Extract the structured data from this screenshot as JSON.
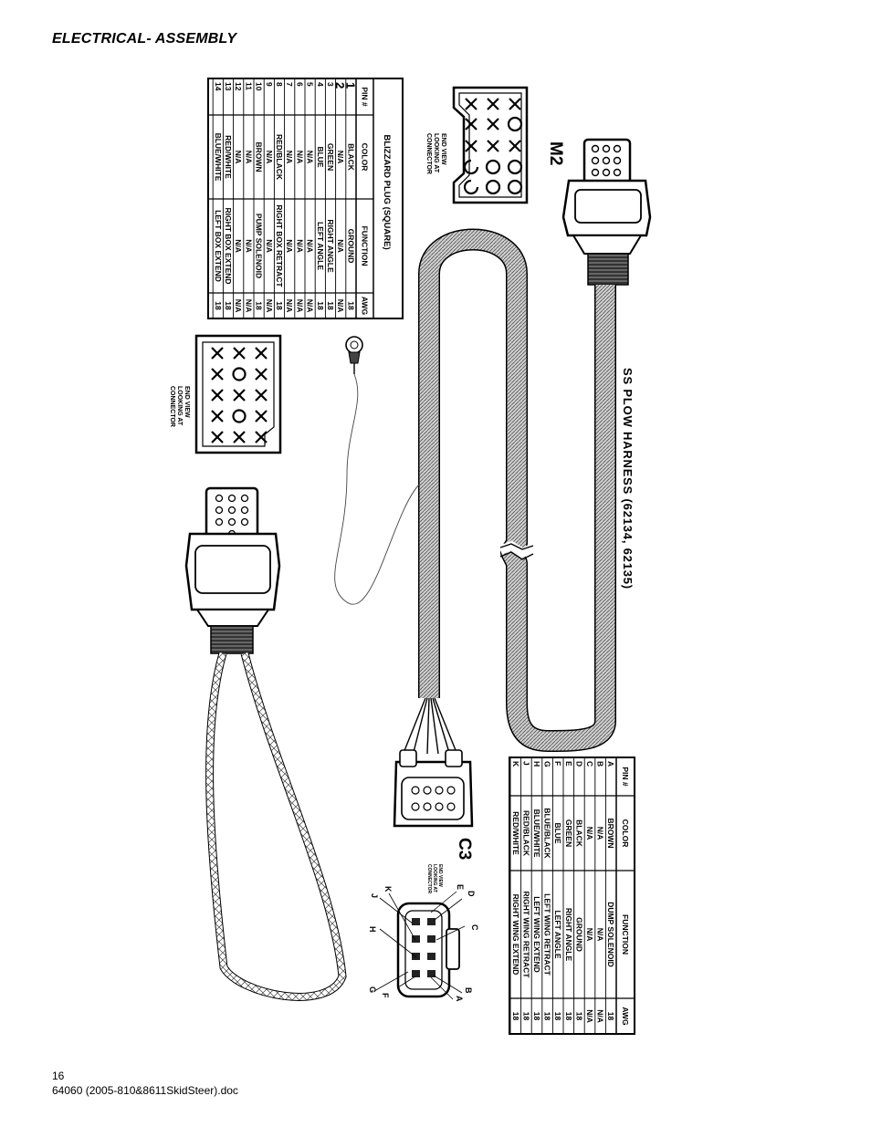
{
  "header": {
    "title": "ELECTRICAL- ASSEMBLY"
  },
  "harness": {
    "title": "SS PLOW HARNESS  (62134, 62135)"
  },
  "labels": {
    "m2": "M2",
    "c3": "C3"
  },
  "end_views": {
    "square_a": [
      "END VIEW",
      "LOOKING AT",
      "CONNECTOR"
    ],
    "square_b": [
      "END VIEW",
      "LOOKING AT",
      "CONNECTOR"
    ],
    "small": [
      "END VIEW",
      "LOOKING AT",
      "CONNECTOR"
    ]
  },
  "c3_pin_letters": [
    "E",
    "D",
    "C",
    "K",
    "J",
    "H",
    "G",
    "F",
    "A",
    "B"
  ],
  "blizzard_table": {
    "title": "BLIZZARD PLUG (SQUARE)",
    "headers": [
      "PIN #",
      "COLOR",
      "FUNCTION",
      "AWG"
    ],
    "rows": [
      [
        "1",
        "BLACK",
        "GROUND",
        "18"
      ],
      [
        "2",
        "N/A",
        "N/A",
        "N/A"
      ],
      [
        "3",
        "GREEN",
        "RIGHT ANGLE",
        "18"
      ],
      [
        "4",
        "BLUE",
        "LEFT ANGLE",
        "18"
      ],
      [
        "5",
        "N/A",
        "N/A",
        "N/A"
      ],
      [
        "6",
        "N/A",
        "N/A",
        "N/A"
      ],
      [
        "7",
        "N/A",
        "N/A",
        "N/A"
      ],
      [
        "8",
        "RED/BLACK",
        "RIGHT BOX RETRACT",
        "18"
      ],
      [
        "9",
        "N/A",
        "N/A",
        "N/A"
      ],
      [
        "10",
        "BROWN",
        "PUMP SOLENOID",
        "18"
      ],
      [
        "11",
        "N/A",
        "N/A",
        "N/A"
      ],
      [
        "12",
        "N/A",
        "N/A",
        "N/A"
      ],
      [
        "13",
        "RED/WHITE",
        "RIGHT BOX EXTEND",
        "18"
      ],
      [
        "14",
        "BLUE/WHITE",
        "LEFT BOX EXTEND",
        "18"
      ]
    ]
  },
  "c3_table": {
    "headers": [
      "PIN #",
      "COLOR",
      "FUNCTION",
      "AWG"
    ],
    "rows": [
      [
        "A",
        "BROWN",
        "DUMP SOLENOID",
        "18"
      ],
      [
        "B",
        "N/A",
        "N/A",
        "N/A"
      ],
      [
        "C",
        "N/A",
        "N/A",
        "N/A"
      ],
      [
        "D",
        "BLACK",
        "GROUND",
        "18"
      ],
      [
        "E",
        "GREEN",
        "RIGHT ANGLE",
        "18"
      ],
      [
        "F",
        "BLUE",
        "LEFT ANGLE",
        "18"
      ],
      [
        "G",
        "BLUE/BLACK",
        "LEFT WING RETRACT",
        "18"
      ],
      [
        "H",
        "BLUE/WHITE",
        "LEFT WING EXTEND",
        "18"
      ],
      [
        "J",
        "RED/BLACK",
        "RIGHT WING RETRACT",
        "18"
      ],
      [
        "K",
        "RED/WHITE",
        "RIGHT WING EXTEND",
        "18"
      ]
    ]
  },
  "footer": {
    "page": "16",
    "doc": "64060 (2005-810&8611SkidSteer).doc"
  }
}
